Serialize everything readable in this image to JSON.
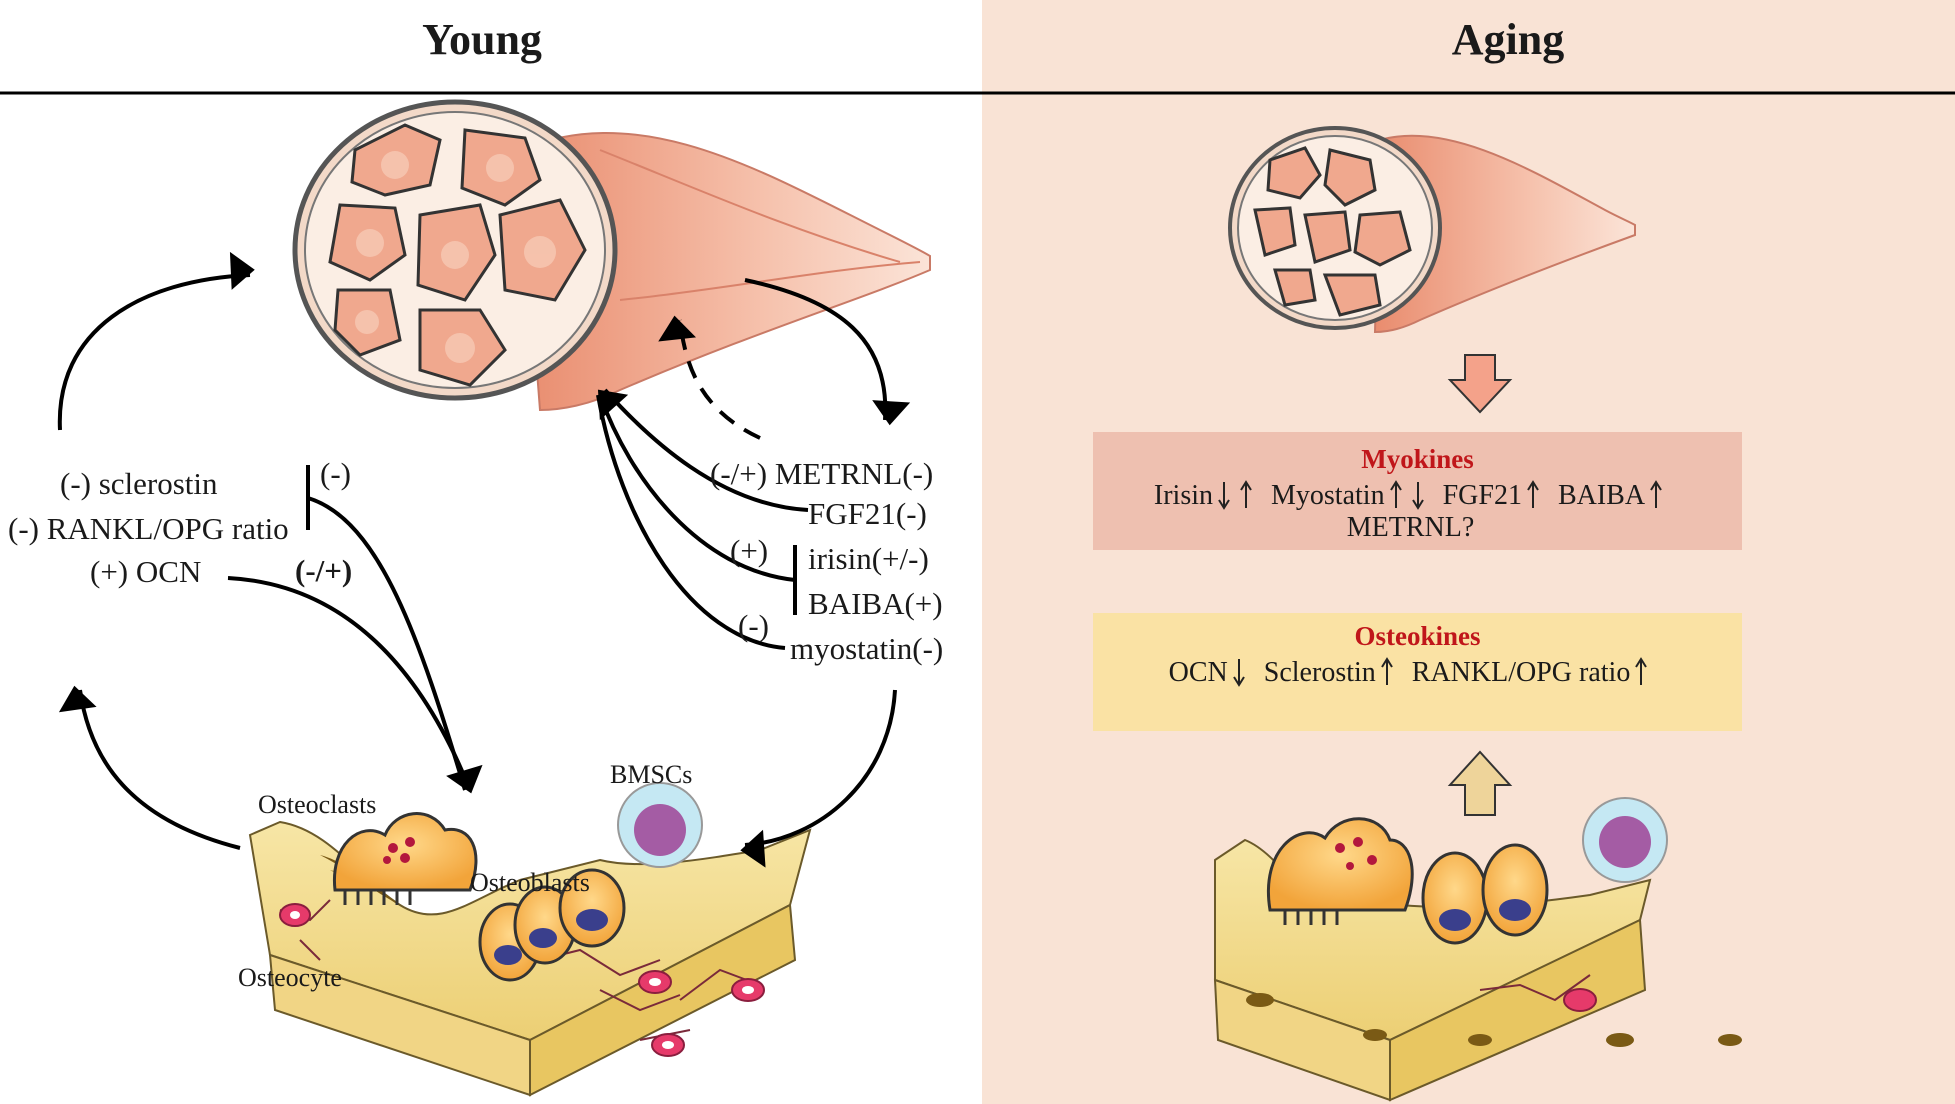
{
  "headers": {
    "young": "Young",
    "aging": "Aging"
  },
  "young": {
    "bone_effects": {
      "sclerostin": "(-) sclerostin",
      "rankl_opg": "(-) RANKL/OPG ratio",
      "ocn": "(+) OCN",
      "inhibit_sign": "(-)",
      "mixed_sign": "(-/+)"
    },
    "myokine_effects": {
      "metrnl": "(-/+) METRNL(-)",
      "fgf21": "FGF21(-)",
      "irisin": "irisin(+/-)",
      "baiba": "BAIBA(+)",
      "myostatin": "myostatin(-)",
      "plus_sign": "(+)",
      "minus_sign": "(-)"
    },
    "cells": {
      "bmscs": "BMSCs",
      "osteoclasts": "Osteoclasts",
      "osteoblasts": "Osteoblasts",
      "osteocyte": "Osteocyte"
    }
  },
  "aging": {
    "myokines": {
      "title": "Myokines",
      "items": [
        {
          "name": "Irisin",
          "trend": "down-up"
        },
        {
          "name": "Myostatin",
          "trend": "up-down"
        },
        {
          "name": "FGF21",
          "trend": "up"
        },
        {
          "name": "BAIBA",
          "trend": "up"
        },
        {
          "name": "METRNL?",
          "trend": ""
        }
      ]
    },
    "osteokines": {
      "title": "Osteokines",
      "items": [
        {
          "name": "OCN",
          "trend": "down"
        },
        {
          "name": "Sclerostin",
          "trend": "up"
        },
        {
          "name": "RANKL/OPG ratio",
          "trend": "up"
        }
      ]
    }
  },
  "colors": {
    "aging_bg": "#f9e3d5",
    "myokine_box": "#eec0b0",
    "osteokine_box": "#fae2a4",
    "title_red": "#c0161a",
    "muscle": "#f0a88e",
    "bone": "#f3dc8c",
    "cell_orange": "#f7b24a",
    "nucleus": "#3a3f8c",
    "bmsc": "#a45ca4"
  }
}
